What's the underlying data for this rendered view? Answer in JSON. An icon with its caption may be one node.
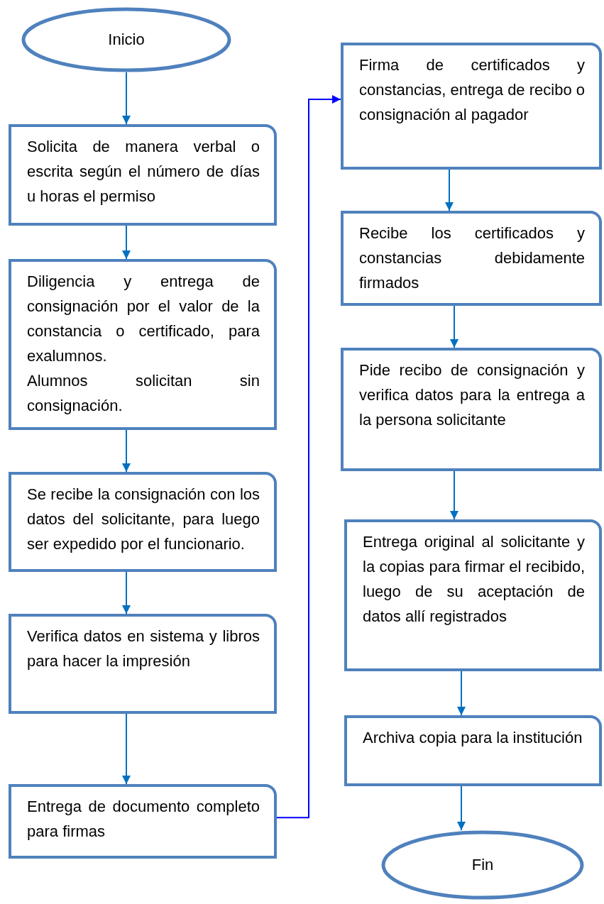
{
  "diagram": {
    "nodes": [
      {
        "text": [
          "Inicio"
        ]
      },
      {
        "text": [
          "Solicita de manera verbal o escrita según el número de días u horas el permiso"
        ]
      },
      {
        "text": [
          "Diligencia y entrega de consignación por el valor de la constancia o certificado, para exalumnos.",
          "Alumnos solicitan sin consignación."
        ]
      },
      {
        "text": [
          "Se recibe la consignación con los datos del solicitante, para luego ser expedido por el funcionario."
        ]
      },
      {
        "text": [
          "Verifica datos en sistema y libros para hacer la impresión"
        ]
      },
      {
        "text": [
          "Entrega de documento completo para firmas"
        ]
      },
      {
        "text": [
          "Firma de certificados y constancias, entrega de recibo o consignación al pagador"
        ]
      },
      {
        "text": [
          "Recibe los certificados y constancias debidamente firmados"
        ]
      },
      {
        "text": [
          "Pide recibo de consignación y verifica datos para la entrega a la persona solicitante"
        ]
      },
      {
        "text": [
          "Entrega original al solicitante y la copias para firmar el recibido, luego de su aceptación de datos allí registrados"
        ]
      },
      {
        "text": [
          "Archiva copia para la institución"
        ]
      },
      {
        "text": [
          "Fin"
        ]
      }
    ],
    "edges": [
      {
        "from": 0,
        "to": 1,
        "arrow": "to"
      },
      {
        "from": 1,
        "to": 2,
        "arrow": "to"
      },
      {
        "from": 2,
        "to": 3,
        "arrow": "to"
      },
      {
        "from": 3,
        "to": 4,
        "arrow": "to"
      },
      {
        "from": 4,
        "to": 5,
        "arrow": "to"
      },
      {
        "from": 5,
        "to": 6,
        "arrow": "to",
        "color": "#0000ff"
      },
      {
        "from": 6,
        "to": 7,
        "arrow": "to"
      },
      {
        "from": 7,
        "to": 8,
        "arrow": "to"
      },
      {
        "from": 8,
        "to": 9,
        "arrow": "to"
      },
      {
        "from": 9,
        "to": 10,
        "arrow": "to"
      },
      {
        "from": 10,
        "to": 11,
        "arrow": "to"
      }
    ]
  }
}
